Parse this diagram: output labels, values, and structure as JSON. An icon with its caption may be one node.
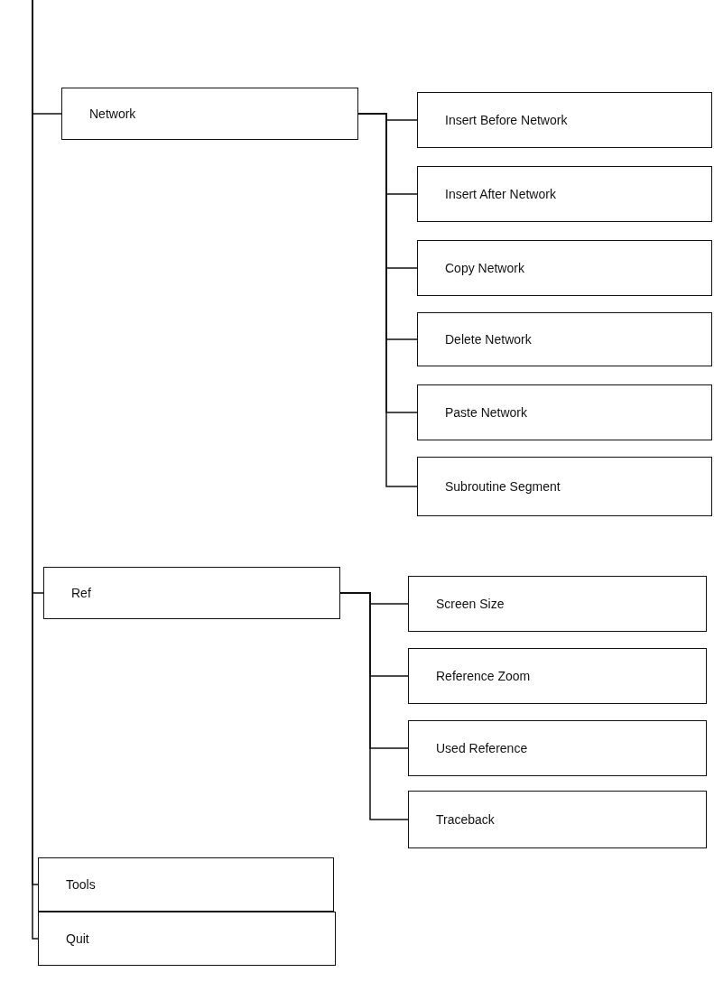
{
  "diagram": {
    "nodes": [
      {
        "text": [
          "Network"
        ]
      },
      {
        "text": [
          "Insert Before Network"
        ]
      },
      {
        "text": [
          "Insert After Network"
        ]
      },
      {
        "text": [
          "Copy Network"
        ]
      },
      {
        "text": [
          "Delete Network"
        ]
      },
      {
        "text": [
          "Paste Network"
        ]
      },
      {
        "text": [
          "Subroutine Segment"
        ]
      },
      {
        "text": [
          "Ref"
        ]
      },
      {
        "text": [
          "Screen Size"
        ]
      },
      {
        "text": [
          "Reference Zoom"
        ]
      },
      {
        "text": [
          "Used Reference"
        ]
      },
      {
        "text": [
          "Traceback"
        ]
      },
      {
        "text": [
          "Tools"
        ]
      },
      {
        "text": [
          "Quit"
        ]
      }
    ],
    "edges": [
      {
        "from": null,
        "to": 0,
        "arrow": "none"
      },
      {
        "from": 0,
        "to": 1,
        "arrow": "none"
      },
      {
        "from": 0,
        "to": 2,
        "arrow": "none"
      },
      {
        "from": 0,
        "to": 3,
        "arrow": "none"
      },
      {
        "from": 0,
        "to": 4,
        "arrow": "none"
      },
      {
        "from": 0,
        "to": 5,
        "arrow": "none"
      },
      {
        "from": 0,
        "to": 6,
        "arrow": "none"
      },
      {
        "from": null,
        "to": 7,
        "arrow": "none"
      },
      {
        "from": 7,
        "to": 8,
        "arrow": "none"
      },
      {
        "from": 7,
        "to": 9,
        "arrow": "none"
      },
      {
        "from": 7,
        "to": 10,
        "arrow": "none"
      },
      {
        "from": 7,
        "to": 11,
        "arrow": "none"
      },
      {
        "from": null,
        "to": 12,
        "arrow": "none"
      },
      {
        "from": null,
        "to": 13,
        "arrow": "none"
      }
    ]
  }
}
